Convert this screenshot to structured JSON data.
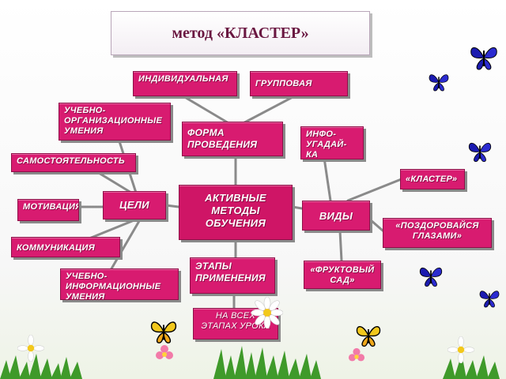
{
  "title": "метод «КЛАСТЕР»",
  "nodes": {
    "individual": "ИНДИВИДУАЛЬНАЯ",
    "group": "ГРУППОВАЯ",
    "educational_org_skills": "УЧЕБНО-ОРГАНИЗАЦИОННЫЕ УМЕНИЯ",
    "form": "ФОРМА ПРОВЕДЕНИЯ",
    "info_guess": "ИНФО-УГАДАЙ-КА",
    "independence": "САМОСТОЯТЕЛЬНОСТЬ",
    "cluster": "«КЛАСТЕР»",
    "active_methods": "АКТИВНЫЕ МЕТОДЫ ОБУЧЕНИЯ",
    "goals": "ЦЕЛИ",
    "types": "ВИДЫ",
    "motivation": "МОТИВАЦИЯ",
    "greet_eyes": "«ПОЗДОРОВАЙСЯ ГЛАЗАМИ»",
    "communication": "КОММУНИКАЦИЯ",
    "stages": "ЭТАПЫ ПРИМЕНЕНИЯ",
    "fruit_garden": "«ФРУКТОВЫЙ САД»",
    "educational_info_skills": "УЧЕБНО-ИНФОРМАЦИОННЫЕ УМЕНИЯ",
    "all_stages": "НА ВСЕХ ЭТАПАХ УРОКА"
  },
  "colors": {
    "node": "#d81b70",
    "line": "#8a8a8a",
    "title_text": "#6a1741",
    "butterfly": "#1b1bb0"
  },
  "decor": {
    "butterfly_icon": "butterfly-icon",
    "flower_icon": "daisy-icon"
  }
}
